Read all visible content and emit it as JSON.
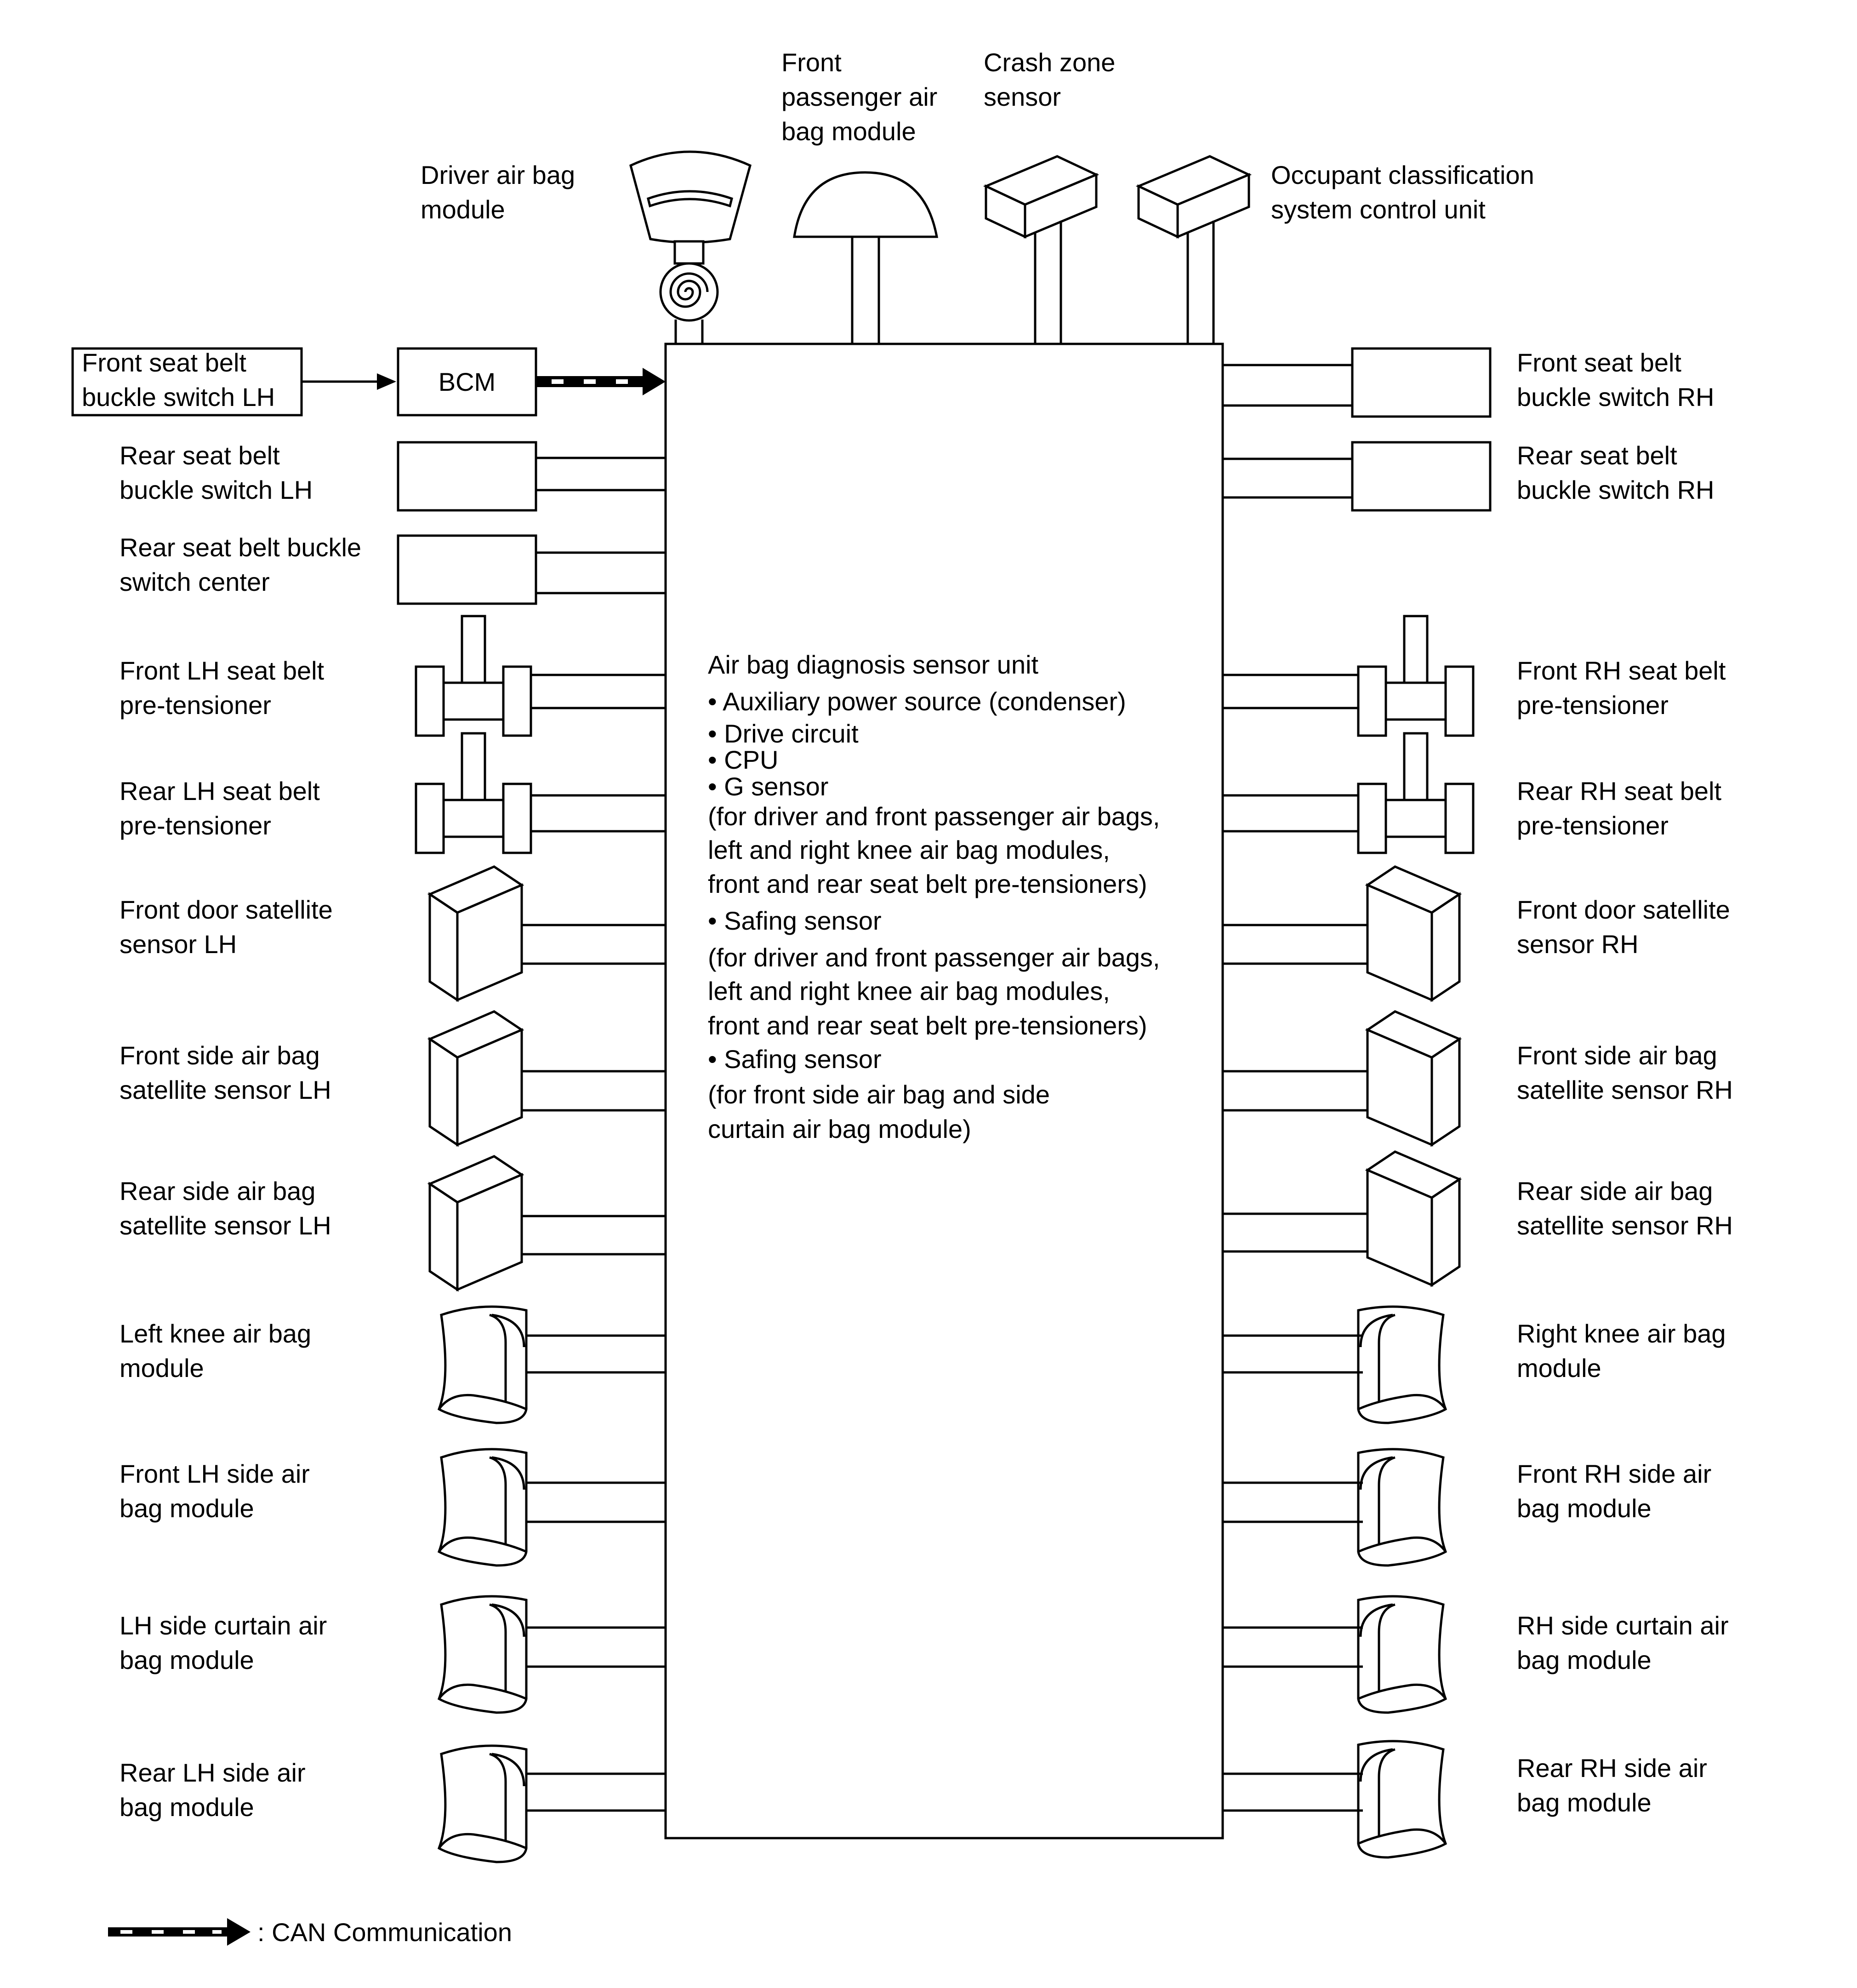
{
  "central_unit": {
    "title": "Air bag diagnosis sensor unit",
    "lines": [
      "• Auxiliary power source (condenser)",
      "• Drive circuit",
      "• CPU",
      "• G sensor",
      "(for driver and front passenger air bags,",
      "left and right knee air bag modules,",
      "front and rear seat belt pre-tensioners)",
      "• Safing sensor",
      "(for driver and front passenger air bags,",
      "left and right knee air bag modules,",
      "front and rear seat belt pre-tensioners)",
      "• Safing sensor",
      "(for front side air bag and side",
      "curtain air bag module)"
    ]
  },
  "bcm_label": "BCM",
  "top_components": [
    {
      "id": "driver",
      "icon": "steering-wheel-airbag-icon",
      "lines": [
        "Driver air bag",
        "module"
      ]
    },
    {
      "id": "passenger",
      "icon": "dome-airbag-icon",
      "lines": [
        "Front",
        "passenger air",
        "bag module"
      ]
    },
    {
      "id": "crash",
      "icon": "sensor-box-icon",
      "lines": [
        "Crash zone",
        "sensor"
      ]
    },
    {
      "id": "occupant",
      "icon": "sensor-box-icon",
      "lines": [
        "Occupant classification",
        "system control unit"
      ]
    }
  ],
  "left_components": [
    {
      "id": "front-belt-lh",
      "icon": "buckle-switch-box-icon",
      "lines": [
        "Front seat belt",
        "buckle switch LH"
      ]
    },
    {
      "id": "rear-belt-lh",
      "icon": "buckle-switch-box-icon",
      "lines": [
        "Rear seat belt",
        "buckle switch LH"
      ]
    },
    {
      "id": "rear-belt-center",
      "icon": "buckle-switch-box-icon",
      "lines": [
        "Rear seat belt buckle",
        "switch center"
      ]
    },
    {
      "id": "front-pretensioner-lh",
      "icon": "pretensioner-icon",
      "lines": [
        "Front LH seat belt",
        "pre-tensioner"
      ]
    },
    {
      "id": "rear-pretensioner-lh",
      "icon": "pretensioner-icon",
      "lines": [
        "Rear LH seat belt",
        "pre-tensioner"
      ]
    },
    {
      "id": "front-door-sensor-lh",
      "icon": "satellite-sensor-icon",
      "lines": [
        "Front door satellite",
        "sensor LH"
      ]
    },
    {
      "id": "front-side-sensor-lh",
      "icon": "satellite-sensor-icon",
      "lines": [
        "Front side air bag",
        "satellite sensor LH"
      ]
    },
    {
      "id": "rear-side-sensor-lh",
      "icon": "satellite-sensor-icon",
      "lines": [
        "Rear side air bag",
        "satellite sensor LH"
      ]
    },
    {
      "id": "left-knee",
      "icon": "airbag-module-icon",
      "lines": [
        "Left knee air bag",
        "module"
      ]
    },
    {
      "id": "front-lh-side",
      "icon": "airbag-module-icon",
      "lines": [
        "Front LH side air",
        "bag module"
      ]
    },
    {
      "id": "lh-curtain",
      "icon": "airbag-module-icon",
      "lines": [
        "LH side curtain air",
        "bag module"
      ]
    },
    {
      "id": "rear-lh-side",
      "icon": "airbag-module-icon",
      "lines": [
        "Rear LH side air",
        "bag module"
      ]
    }
  ],
  "right_components": [
    {
      "id": "front-belt-rh",
      "icon": "buckle-switch-box-icon",
      "lines": [
        "Front seat belt",
        "buckle switch RH"
      ]
    },
    {
      "id": "rear-belt-rh",
      "icon": "buckle-switch-box-icon",
      "lines": [
        "Rear seat belt",
        "buckle switch RH"
      ]
    },
    {
      "id": "front-pretensioner-rh",
      "icon": "pretensioner-icon",
      "lines": [
        "Front RH seat belt",
        "pre-tensioner"
      ]
    },
    {
      "id": "rear-pretensioner-rh",
      "icon": "pretensioner-icon",
      "lines": [
        "Rear RH seat belt",
        "pre-tensioner"
      ]
    },
    {
      "id": "front-door-sensor-rh",
      "icon": "satellite-sensor-icon",
      "lines": [
        "Front door satellite",
        "sensor RH"
      ]
    },
    {
      "id": "front-side-sensor-rh",
      "icon": "satellite-sensor-icon",
      "lines": [
        "Front side air bag",
        "satellite sensor RH"
      ]
    },
    {
      "id": "rear-side-sensor-rh",
      "icon": "satellite-sensor-icon",
      "lines": [
        "Rear side air bag",
        "satellite sensor RH"
      ]
    },
    {
      "id": "right-knee",
      "icon": "airbag-module-icon",
      "lines": [
        "Right knee air bag",
        "module"
      ]
    },
    {
      "id": "front-rh-side",
      "icon": "airbag-module-icon",
      "lines": [
        "Front RH side air",
        "bag module"
      ]
    },
    {
      "id": "rh-curtain",
      "icon": "airbag-module-icon",
      "lines": [
        "RH side curtain air",
        "bag module"
      ]
    },
    {
      "id": "rear-rh-side",
      "icon": "airbag-module-icon",
      "lines": [
        "Rear RH side air",
        "bag module"
      ]
    }
  ],
  "legend": {
    "icon": "can-arrow-icon",
    "text": ": CAN Communication"
  }
}
